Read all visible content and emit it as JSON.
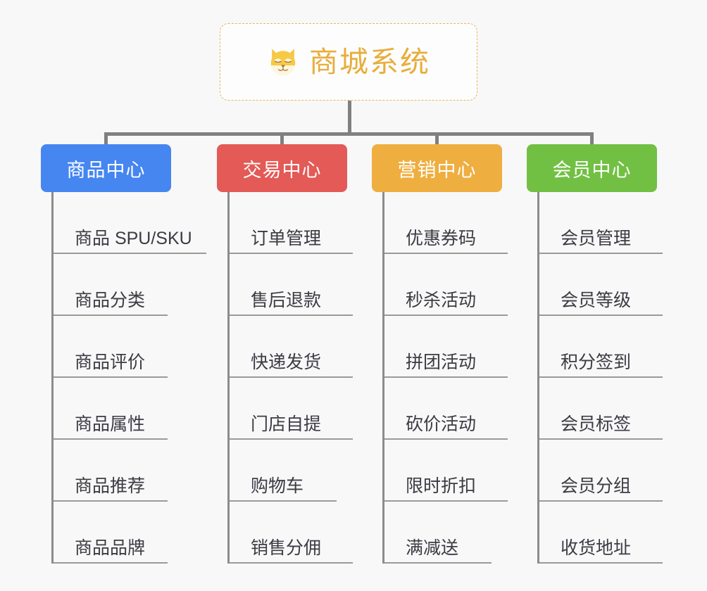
{
  "root": {
    "title": "商城系统",
    "icon": "shiba-dog-icon",
    "title_color": "#e8ad3c",
    "border_color": "#e9b55a"
  },
  "columns": [
    {
      "title": "商品中心",
      "color": "#4586f0",
      "items": [
        "商品 SPU/SKU",
        "商品分类",
        "商品评价",
        "商品属性",
        "商品推荐",
        "商品品牌"
      ]
    },
    {
      "title": "交易中心",
      "color": "#e35a56",
      "items": [
        "订单管理",
        "售后退款",
        "快递发货",
        "门店自提",
        "购物车",
        "销售分佣"
      ]
    },
    {
      "title": "营销中心",
      "color": "#efae40",
      "items": [
        "优惠券码",
        "秒杀活动",
        "拼团活动",
        "砍价活动",
        "限时折扣",
        "满减送"
      ]
    },
    {
      "title": "会员中心",
      "color": "#72c043",
      "items": [
        "会员管理",
        "会员等级",
        "积分签到",
        "会员标签",
        "会员分组",
        "收货地址"
      ]
    }
  ],
  "connector_color": "#808080",
  "leaf_text_color": "#3b3b42",
  "background_color": "#f8f8f9"
}
